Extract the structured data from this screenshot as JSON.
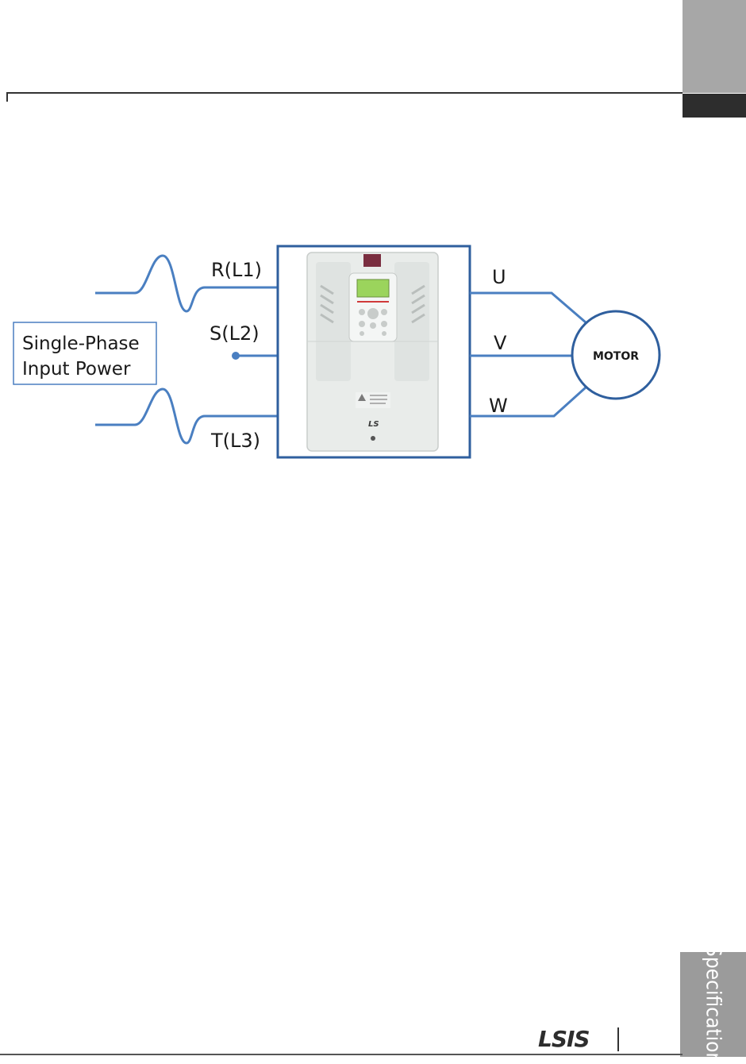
{
  "page_tab": {
    "label": "Specification"
  },
  "brand": {
    "logo_text": "LSIS"
  },
  "diagram": {
    "input_labels": [
      "Single-Phase",
      "Input Power"
    ],
    "terminals_in": [
      "R(L1)",
      "S(L2)",
      "T(L3)"
    ],
    "terminals_out": [
      "U",
      "V",
      "W"
    ],
    "motor_label": "MOTOR",
    "product_mark": "LS"
  },
  "colors": {
    "wire": "#4a7fc1",
    "box_border": "#2f5f9e",
    "tab_gray": "#9b9b9b",
    "tab_dark": "#2d2d2d"
  }
}
